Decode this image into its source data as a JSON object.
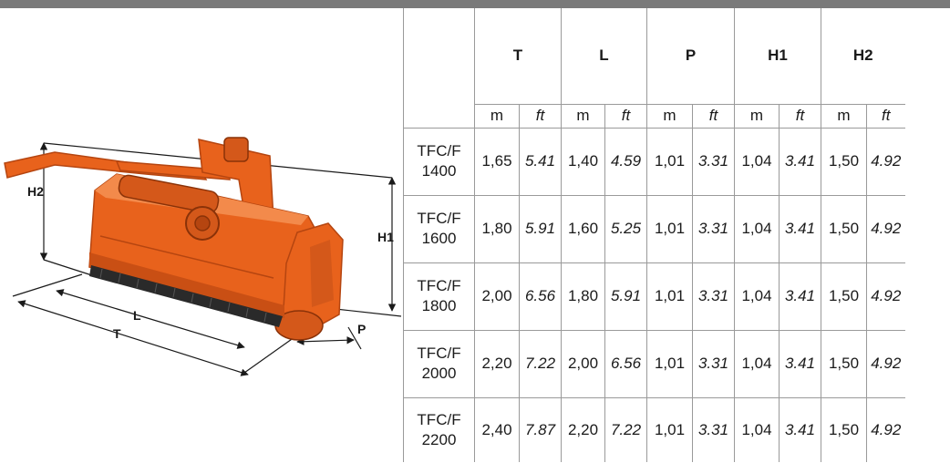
{
  "drawing": {
    "labels": {
      "t": "T",
      "l": "L",
      "p": "P",
      "h1": "H1",
      "h2": "H2"
    },
    "colors": {
      "body": "#e8621c",
      "body_dark": "#b54510",
      "body_light": "#f38a4b",
      "rotor": "#2a2a2a"
    }
  },
  "table": {
    "groups": [
      "T",
      "L",
      "P",
      "H1",
      "H2"
    ],
    "units": [
      "m",
      "ft"
    ],
    "rows": [
      {
        "model_line1": "TFC/F",
        "model_line2": "1400",
        "values": [
          "1,65",
          "5.41",
          "1,40",
          "4.59",
          "1,01",
          "3.31",
          "1,04",
          "3.41",
          "1,50",
          "4.92"
        ]
      },
      {
        "model_line1": "TFC/F",
        "model_line2": "1600",
        "values": [
          "1,80",
          "5.91",
          "1,60",
          "5.25",
          "1,01",
          "3.31",
          "1,04",
          "3.41",
          "1,50",
          "4.92"
        ]
      },
      {
        "model_line1": "TFC/F",
        "model_line2": "1800",
        "values": [
          "2,00",
          "6.56",
          "1,80",
          "5.91",
          "1,01",
          "3.31",
          "1,04",
          "3.41",
          "1,50",
          "4.92"
        ]
      },
      {
        "model_line1": "TFC/F",
        "model_line2": "2000",
        "values": [
          "2,20",
          "7.22",
          "2,00",
          "6.56",
          "1,01",
          "3.31",
          "1,04",
          "3.41",
          "1,50",
          "4.92"
        ]
      },
      {
        "model_line1": "TFC/F",
        "model_line2": "2200",
        "values": [
          "2,40",
          "7.87",
          "2,20",
          "7.22",
          "1,01",
          "3.31",
          "1,04",
          "3.41",
          "1,50",
          "4.92"
        ]
      }
    ]
  }
}
